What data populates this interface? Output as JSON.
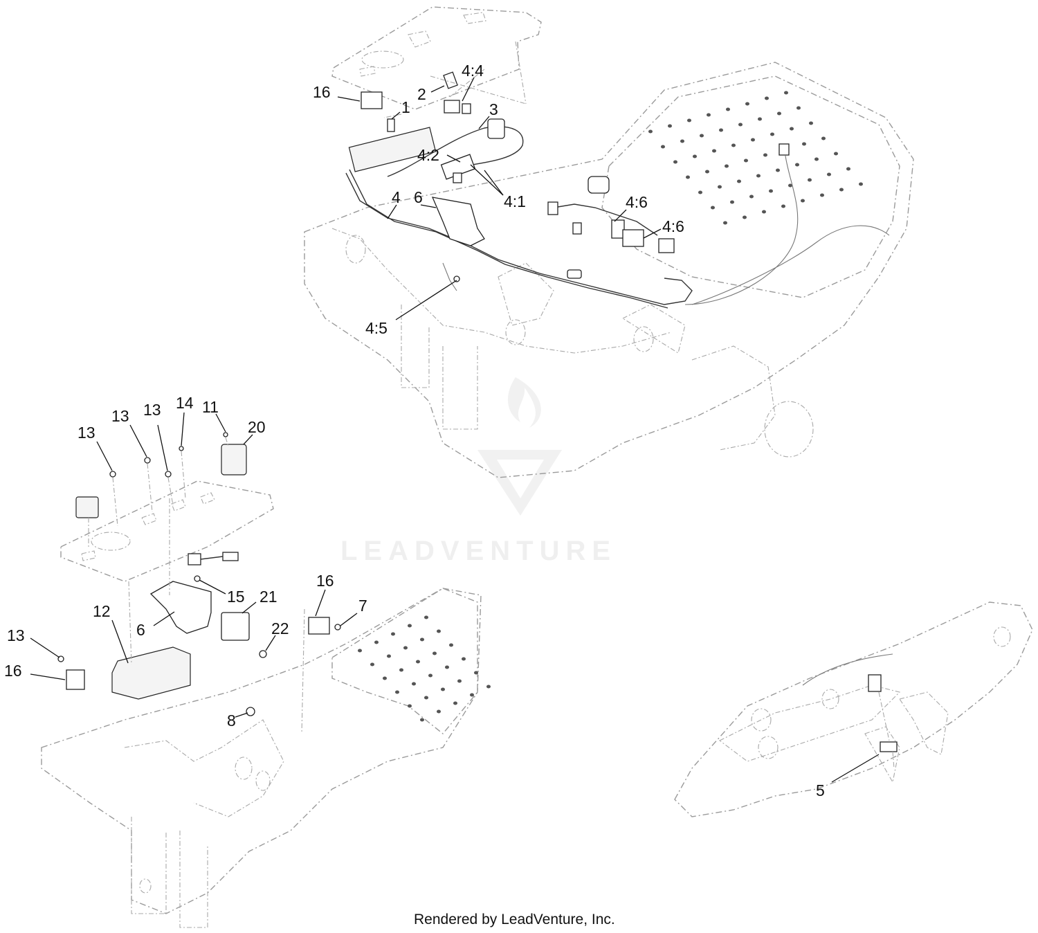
{
  "watermark": {
    "text": "LEADVENTURE"
  },
  "footer": {
    "text": "Rendered by LeadVenture, Inc."
  },
  "callouts_top": {
    "c16": "16",
    "c2": "2",
    "c44": "4:4",
    "c1": "1",
    "c3": "3",
    "c42": "4:2",
    "c41": "4:1",
    "c4": "4",
    "c6": "6",
    "c46a": "4:6",
    "c46b": "4:6",
    "c45": "4:5"
  },
  "callouts_left": {
    "c13a": "13",
    "c13b": "13",
    "c13c": "13",
    "c14": "14",
    "c11": "11",
    "c20": "20",
    "c15": "15",
    "c12": "12",
    "c21": "21",
    "c6": "6",
    "c22": "22",
    "c16a": "16",
    "c7": "7",
    "c13d": "13",
    "c16b": "16",
    "c8": "8"
  },
  "callouts_right": {
    "c5": "5"
  }
}
